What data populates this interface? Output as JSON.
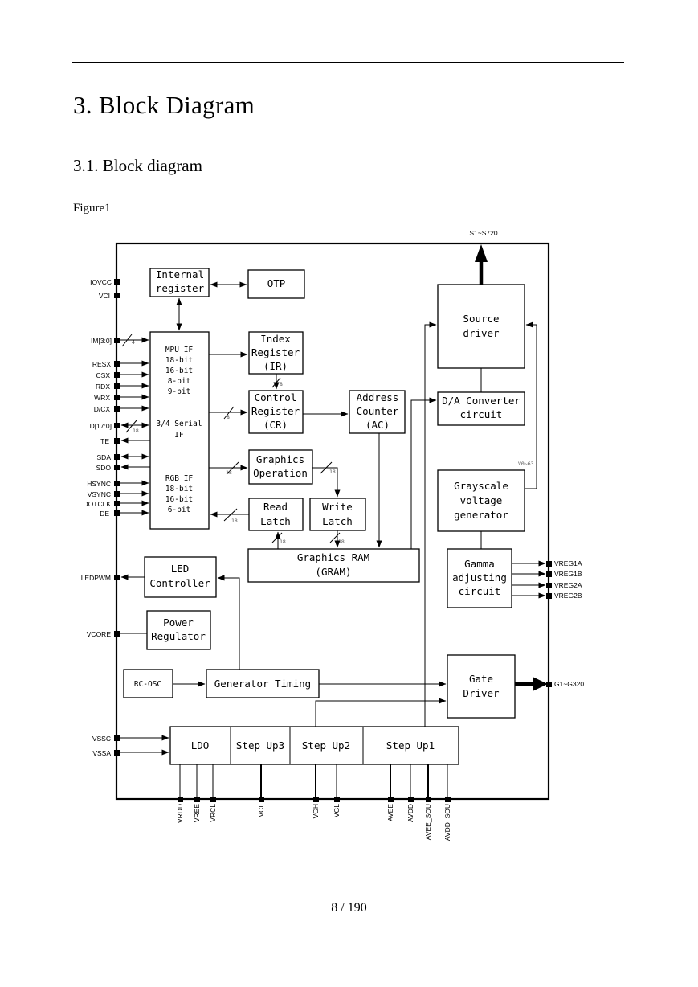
{
  "page": {
    "heading": "3. Block Diagram",
    "subheading": "3.1. Block diagram",
    "figure_label": "Figure1",
    "page_number": "8 / 190"
  },
  "diagram": {
    "top_output": "S1~S720",
    "blocks": {
      "internal_register": [
        "Internal",
        "register"
      ],
      "otp": [
        "OTP"
      ],
      "mpu_if": [
        "MPU IF",
        "18-bit",
        "16-bit",
        "8-bit",
        "9-bit"
      ],
      "serial_if": [
        "3/4 Serial",
        "IF"
      ],
      "rgb_if": [
        "RGB IF",
        "18-bit",
        "16-bit",
        "6-bit"
      ],
      "index_register": [
        "Index",
        "Register",
        "(IR)"
      ],
      "control_register": [
        "Control",
        "Register",
        "(CR)"
      ],
      "address_counter": [
        "Address",
        "Counter",
        "(AC)"
      ],
      "graphics_operation": [
        "Graphics",
        "Operation"
      ],
      "read_latch": [
        "Read",
        "Latch"
      ],
      "write_latch": [
        "Write",
        "Latch"
      ],
      "graphics_ram": [
        "Graphics RAM",
        "(GRAM)"
      ],
      "source_driver": [
        "Source",
        "driver"
      ],
      "da_converter": [
        "D/A Converter",
        "circuit"
      ],
      "grayscale_generator": [
        "Grayscale",
        "voltage",
        "generator"
      ],
      "gamma_circuit": [
        "Gamma",
        "adjusting",
        "circuit"
      ],
      "led_controller": [
        "LED",
        "Controller"
      ],
      "power_regulator": [
        "Power",
        "Regulator"
      ],
      "rc_osc": [
        "RC-OSC"
      ],
      "generator_timing": [
        "Generator Timing"
      ],
      "gate_driver": [
        "Gate",
        "Driver"
      ],
      "ldo": [
        "LDO"
      ],
      "step_up3": [
        "Step Up3"
      ],
      "step_up2": [
        "Step Up2"
      ],
      "step_up1": [
        "Step Up1"
      ]
    },
    "bus_labels": {
      "im_width": "4",
      "d_width": "18",
      "ir_width": "8",
      "cr_width": "8",
      "gop_in": "18",
      "gop_out": "18",
      "read_latch_out": "18",
      "gram_read": "18",
      "gram_write": "18",
      "v_range": "V0~63"
    },
    "left_pins": {
      "iovcc": "IOVCC",
      "vci": "VCI",
      "im": "IM[3:0]",
      "resx": "RESX",
      "csx": "CSX",
      "rdx": "RDX",
      "wrx": "WRX",
      "dcx": "D/CX",
      "d": "D[17:0]",
      "te": "TE",
      "sda": "SDA",
      "sdo": "SDO",
      "hsync": "HSYNC",
      "vsync": "VSYNC",
      "dotclk": "DOTCLK",
      "de": "DE",
      "ledpwm": "LEDPWM",
      "vcore": "VCORE",
      "vssc": "VSSC",
      "vssa": "VSSA"
    },
    "right_pins": {
      "vreg1a": "VREG1A",
      "vreg1b": "VREG1B",
      "vreg2a": "VREG2A",
      "vreg2b": "VREG2B",
      "gate_out": "G1~G320"
    },
    "bottom_pins": {
      "vrdd": "VRDD",
      "vree": "VREE",
      "vrcl": "VRCL",
      "vcl": "VCL",
      "vgh": "VGH",
      "vgl": "VGL",
      "avee": "AVEE",
      "avdd": "AVDD",
      "avee_sou": "AVEE_SOU",
      "avdd_sou": "AVDD_SOU"
    }
  }
}
